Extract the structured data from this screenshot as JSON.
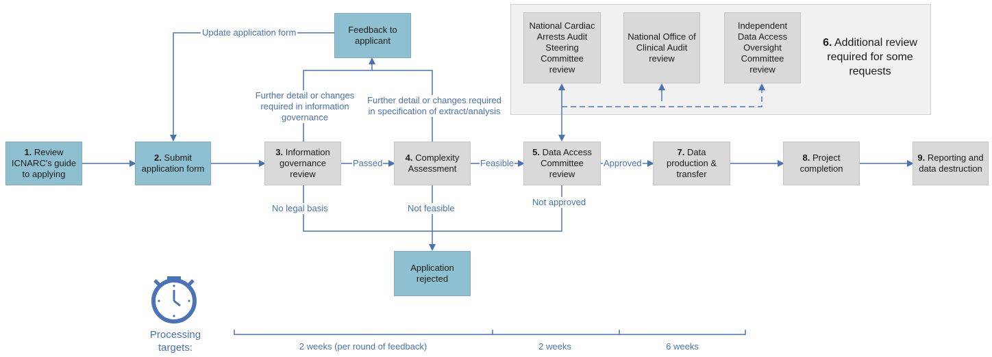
{
  "colors": {
    "line": "#4a72b6",
    "blue_box": "#8fc0d2",
    "grey_box": "#d9d9d9",
    "panel": "#f1f1f1"
  },
  "steps": {
    "s1": {
      "num": "1.",
      "text": "Review ICNARC's guide to applying"
    },
    "s2": {
      "num": "2.",
      "text": "Submit application form"
    },
    "s3": {
      "num": "3.",
      "text": "Information governance review"
    },
    "s4": {
      "num": "4.",
      "text": "Complexity Assessment"
    },
    "s5": {
      "num": "5.",
      "text": "Data Access Committee review"
    },
    "s7": {
      "num": "7.",
      "text": "Data production & transfer"
    },
    "s8": {
      "num": "8.",
      "text": "Project completion"
    },
    "s9": {
      "num": "9.",
      "text": "Reporting and data destruction"
    }
  },
  "feedback_box": "Feedback to applicant",
  "rejected_box": "Application rejected",
  "additional": {
    "num": "6.",
    "title": "Additional review required for some requests",
    "reviews": [
      "National Cardiac Arrests Audit Steering Committee review",
      "National Office of Clinical Audit review",
      "Independent Data Access Oversight Committee review"
    ]
  },
  "edge_labels": {
    "update": "Update application form",
    "further_ig": "Further detail or changes required in information governance",
    "further_spec": "Further detail or changes required in specification of extract/analysis",
    "passed": "Passed",
    "feasible": "Feasible",
    "approved": "Approved",
    "no_legal": "No legal basis",
    "not_feasible": "Not feasible",
    "not_approved": "Not approved"
  },
  "processing": {
    "label": "Processing targets:",
    "icon": "stopwatch-icon",
    "segments": [
      "2 weeks (per round of feedback)",
      "2 weeks",
      "6 weeks"
    ]
  }
}
